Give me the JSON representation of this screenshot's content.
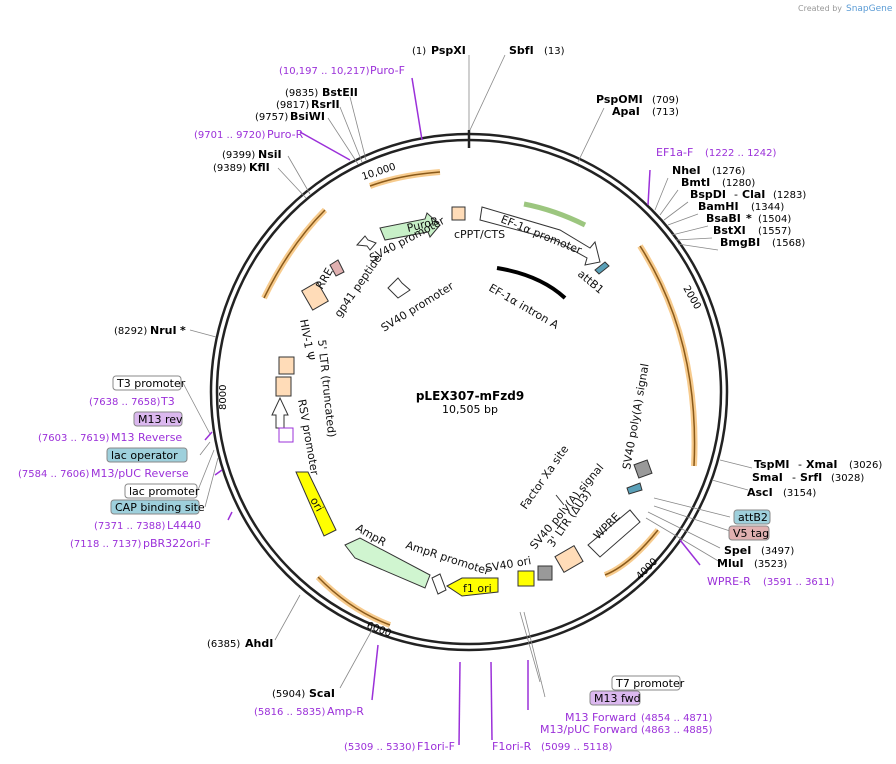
{
  "header": {
    "created_by": "Created by",
    "brand": "SnapGene"
  },
  "plasmid": {
    "name": "pLEX307-mFzd9",
    "length_label": "10,505 bp"
  },
  "ticks": [
    "2000",
    "4000",
    "6000",
    "8000",
    "10,000"
  ],
  "sites_top": [
    {
      "pos": "(1)",
      "name": "PspXI"
    },
    {
      "name": "SbfI",
      "pos": "(13)"
    }
  ],
  "sites_right": [
    {
      "name": "PspOMI",
      "pos": "(709)"
    },
    {
      "name": "ApaI",
      "pos": "(713)"
    },
    {
      "name": "NheI",
      "pos": "(1276)"
    },
    {
      "name": "BmtI",
      "pos": "(1280)"
    },
    {
      "name": "BspDI",
      "name2": "ClaI",
      "pos": "(1283)"
    },
    {
      "name": "BamHI",
      "pos": "(1344)"
    },
    {
      "name": "BsaBI",
      "star": "*",
      "pos": "(1504)"
    },
    {
      "name": "BstXI",
      "pos": "(1557)"
    },
    {
      "name": "BmgBI",
      "pos": "(1568)"
    },
    {
      "name": "TspMI",
      "name2": "XmaI",
      "pos": "(3026)"
    },
    {
      "name": "SmaI",
      "name2": "SrfI",
      "pos": "(3028)"
    },
    {
      "name": "AscI",
      "pos": "(3154)"
    },
    {
      "name": "SpeI",
      "pos": "(3497)"
    },
    {
      "name": "MluI",
      "pos": "(3523)"
    }
  ],
  "sites_left": [
    {
      "pos": "(9835)",
      "name": "BstEII"
    },
    {
      "pos": "(9817)",
      "name": "RsrII"
    },
    {
      "pos": "(9757)",
      "name": "BsiWI"
    },
    {
      "pos": "(9399)",
      "name": "NsiI"
    },
    {
      "pos": "(9389)",
      "name": "KflI"
    },
    {
      "pos": "(8292)",
      "name": "NruI",
      "star": "*"
    },
    {
      "pos": "(6385)",
      "name": "AhdI"
    },
    {
      "pos": "(5904)",
      "name": "ScaI"
    }
  ],
  "primers": [
    {
      "pos": "(10,197 .. 10,217)",
      "name": "Puro-F"
    },
    {
      "pos": "(9701 .. 9720)",
      "name": "Puro-R"
    },
    {
      "name": "EF1a-F",
      "pos": "(1222 .. 1242)"
    },
    {
      "name": "WPRE-R",
      "pos": "(3591 .. 3611)"
    },
    {
      "pos": "(7638 .. 7658)",
      "name": "T3"
    },
    {
      "pos": "(7603 .. 7619)",
      "name": "M13 Reverse"
    },
    {
      "pos": "(7584 .. 7606)",
      "name": "M13/pUC Reverse"
    },
    {
      "pos": "(7371 .. 7388)",
      "name": "L4440"
    },
    {
      "pos": "(7118 .. 7137)",
      "name": "pBR322ori-F"
    },
    {
      "pos": "(5816 .. 5835)",
      "name": "Amp-R"
    },
    {
      "pos": "(5309 .. 5330)",
      "name": "F1ori-F"
    },
    {
      "name": "F1ori-R",
      "pos": "(5099 .. 5118)"
    },
    {
      "name": "M13 Forward",
      "pos": "(4854 .. 4871)"
    },
    {
      "name": "M13/pUC Forward",
      "pos": "(4863 .. 4885)"
    }
  ],
  "boxes": {
    "t3_promoter": "T3 promoter",
    "m13_rev": "M13 rev",
    "lac_operator": "lac operator",
    "lac_promoter": "lac promoter",
    "cap_site": "CAP binding site",
    "attb2": "attB2",
    "v5_tag": "V5 tag",
    "t7_promoter": "T7 promoter",
    "m13_fwd": "M13 fwd"
  },
  "features": {
    "puror": "PuroR",
    "sv40_promoter_top": "SV40 promoter",
    "cppt": "cPPT/CTS",
    "ef1a_promoter": "EF-1α promoter",
    "attb1": "attB1",
    "ef1a_intron": "EF-1α intron A",
    "sv40_promoter_inner": "SV40 promoter",
    "gp41": "gp41 peptide",
    "rre": "RRE",
    "hiv_psi": "HIV-1 Ψ",
    "ltr_trunc": "5' LTR (truncated)",
    "rsv_promoter": "RSV promoter",
    "sv40_polya_signal": "SV40 poly(A) signal",
    "factor_xa": "Factor Xa site",
    "wpre": "WPRE",
    "sv40_polya_signal2": "SV40 poly(A) signal",
    "ltr_du3": "3' LTR (ΔU3)",
    "sv40_ori": "SV40 ori",
    "f1_ori": "f1 ori",
    "ampr_promoter": "AmpR promoter",
    "ampr": "AmpR",
    "ori": "ori"
  },
  "colors": {
    "primer": "#9b30d9",
    "orf_orange": "#f0a030",
    "puror_fill": "#c8f0c8",
    "ampr_fill": "#d0f5d0",
    "ori_yellow": "#ffff00",
    "box_blue": "#9ed0dc",
    "box_pink": "#e0b0b0",
    "box_purple": "#dbb8ef",
    "feature_peach": "#ffdcb8"
  }
}
